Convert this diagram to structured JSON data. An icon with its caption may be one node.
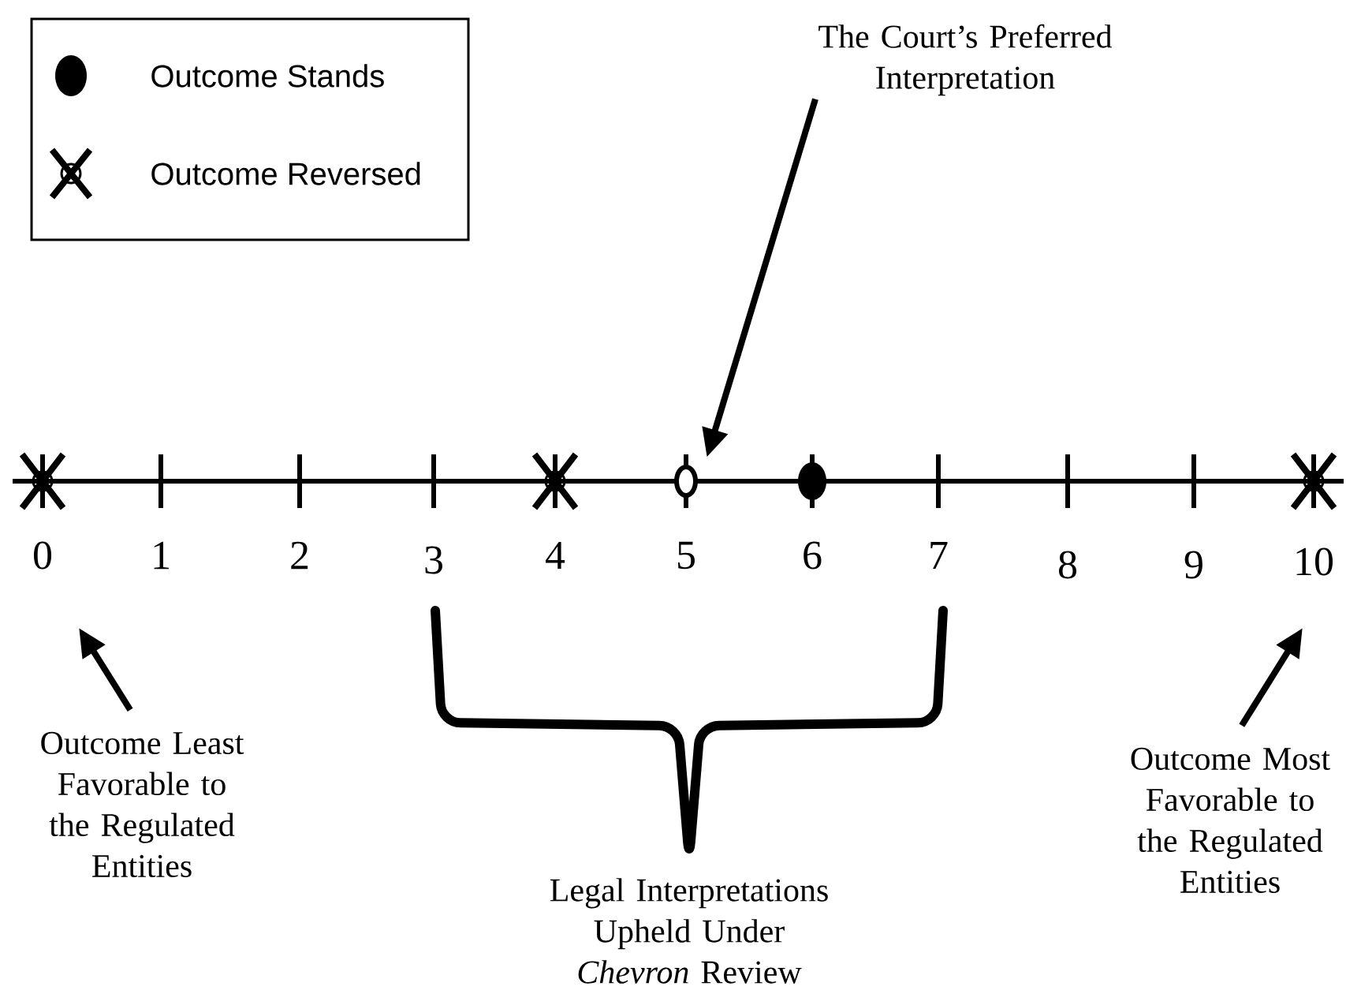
{
  "diagram": {
    "nodes": [
      {
        "text": [
          "The Court’s Preferred Interpretation"
        ]
      },
      {
        "text": [],
        "shape": "crossed-circle"
      },
      {
        "text": [],
        "shape": "crossed-circle"
      },
      {
        "text": [],
        "shape": "circle"
      },
      {
        "text": [],
        "shape": "dot"
      },
      {
        "text": [],
        "shape": "crossed-circle"
      },
      {
        "text": [
          "Outcome Least Favorable to the Regulated Entities"
        ]
      },
      {
        "text": [
          "Outcome Most Favorable to the Regulated Entities"
        ]
      }
    ],
    "edges": [
      {
        "from": 0,
        "to": 3,
        "arrow": "to"
      },
      {
        "from": 6,
        "to": null,
        "arrow": "to"
      },
      {
        "from": 7,
        "to": null,
        "arrow": "to"
      }
    ],
    "labels": [
      "0",
      "1",
      "2",
      "3",
      "4",
      "5",
      "6",
      "7",
      "8",
      "9",
      "10",
      "Legal Interpretations Upheld Under *Chevron* Review"
    ],
    "legend": [
      {
        "text": "Outcome Stands"
      },
      {
        "text": "Outcome Reversed"
      }
    ]
  }
}
